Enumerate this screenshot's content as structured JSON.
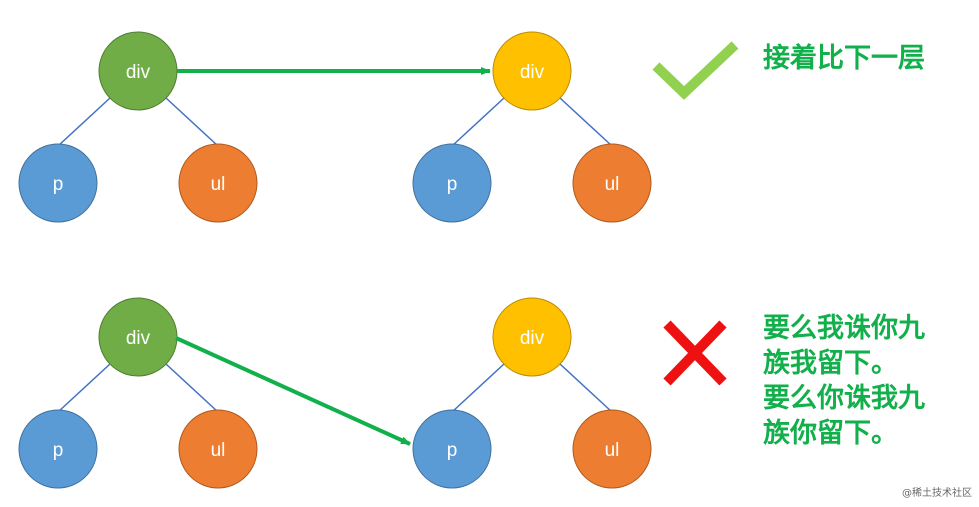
{
  "colors": {
    "green_node": "#70ad47",
    "yellow_node": "#ffc000",
    "blue_node": "#5b9bd5",
    "orange_node": "#ed7d31",
    "edge": "#4472c4",
    "arrow": "#12b04b",
    "check": "#92d050",
    "cross": "#ee1111",
    "note_text": "#12b04b"
  },
  "labels": {
    "div": "div",
    "p": "p",
    "ul": "ul"
  },
  "top_note": "接着比下一层",
  "bottom_note": [
    "要么我诛你九",
    "族我留下。",
    "要么你诛我九",
    "族你留下。"
  ],
  "watermark": "@稀土技术社区"
}
